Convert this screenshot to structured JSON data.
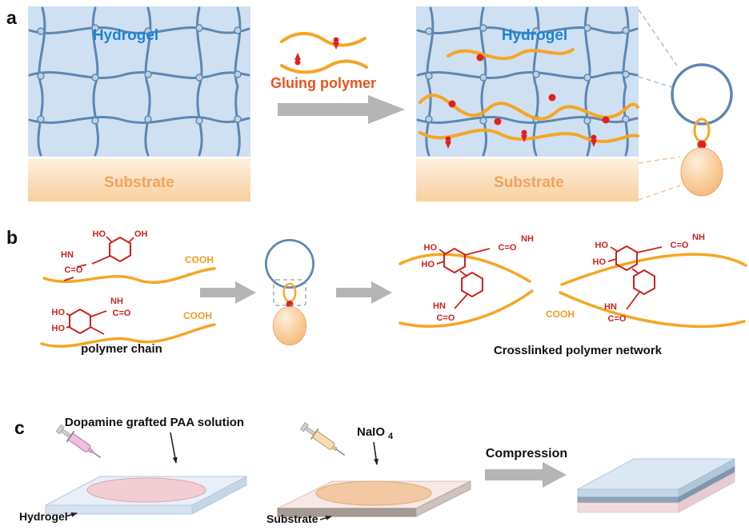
{
  "panel_a": {
    "label": "a",
    "hydrogel_left": "Hydrogel",
    "substrate_left": "Substrate",
    "gluing_polymer": "Gluing polymer",
    "hydrogel_right": "Hydrogel",
    "substrate_right": "Substrate"
  },
  "panel_b": {
    "label": "b",
    "polymer_chain_caption": "polymer chain",
    "crosslinked_caption": "Crosslinked  polymer network",
    "labels": {
      "tl_hn": "HN",
      "tl_co": "C=O",
      "tl_ho": "HO",
      "tl_oh": "OH",
      "tl_cooh": "COOH",
      "bl_ho1": "HO",
      "bl_ho2": "HO",
      "bl_nh": "NH",
      "bl_co": "C=O",
      "bl_cooh": "COOH",
      "ld_ho1": "HO",
      "ld_ho2": "HO",
      "ld_co1": "C=O",
      "ld_nh": "NH",
      "ld_hn": "HN",
      "ld_co2": "C=O",
      "rd_ho1": "HO",
      "rd_ho2": "HO",
      "rd_co1": "C=O",
      "rd_nh": "NH",
      "rd_hn": "HN",
      "rd_co2": "C=O",
      "center_cooh": "COOH"
    }
  },
  "panel_c": {
    "label": "c",
    "dopamine_caption": "Dopamine grafted PAA solution",
    "naio4_main": "NaIO",
    "naio4_sub": "4",
    "compression": "Compression",
    "hydrogel_label": "Hydrogel",
    "substrate_label": "Substrate"
  },
  "colors": {
    "network_blue": "#5d87b2",
    "hydrogel_fill": "#cfe0f2",
    "hydrogel_text": "#1b84d6",
    "polymer_orange": "#f5a623",
    "crosslink_red": "#c8231f",
    "pin_red": "#e02020",
    "substrate_text": "#f2a45c",
    "gluing_text": "#e8541e",
    "arrow_gray": "#b5b5b5"
  }
}
